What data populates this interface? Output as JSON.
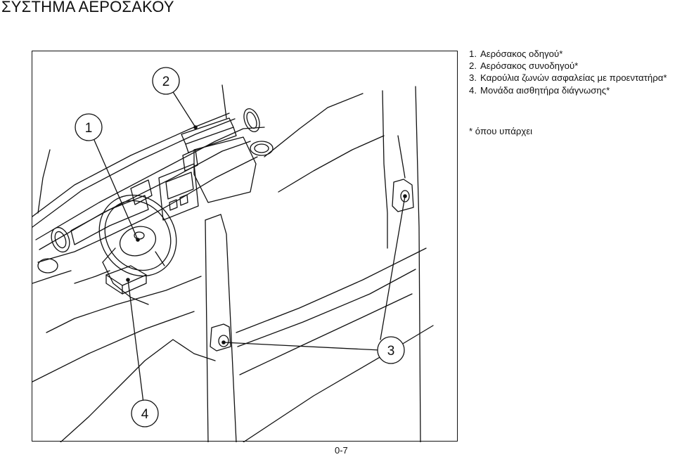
{
  "page": {
    "title": "ΣΥΣΤΗΜΑ ΑΕΡΟΣΑΚΟΥ",
    "page_number": "0-7"
  },
  "legend": {
    "items": [
      {
        "number": "1.",
        "text": "Αερόσακος οδηγού*"
      },
      {
        "number": "2.",
        "text": "Αερόσακος συνοδηγού*"
      },
      {
        "number": "3.",
        "text": "Καρούλια ζωνών ασφαλείας με προεντατήρα*"
      },
      {
        "number": "4.",
        "text": "Μονάδα αισθητήρα διάγνωσης*"
      }
    ],
    "note": "* όπου υπάρχει"
  },
  "diagram": {
    "callouts": [
      "1",
      "2",
      "3",
      "4"
    ]
  }
}
